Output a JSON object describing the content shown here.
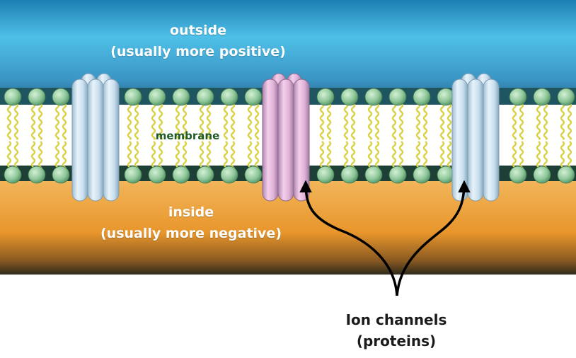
{
  "labels": {
    "outside_line1": "outside",
    "outside_line2": "(usually more positive)",
    "membrane": "membrane",
    "inside_line1": "inside",
    "inside_line2": "(usually more negative)",
    "ion_line1": "Ion channels",
    "ion_line2": "(proteins)"
  },
  "colors": {
    "outside_light": "#4fc0e8",
    "outside_dark": "#2a6a95",
    "inside_light": "#f0a33c",
    "inside_dark": "#3a3520",
    "head_fill": "#8fc79a",
    "tail_color": "#d9d247",
    "channel_blue": "#cde3f0",
    "channel_pink": "#e6b8dc",
    "arrow": "#000000"
  },
  "channels": [
    {
      "name": "ion-channel-left",
      "color": "channel_blue"
    },
    {
      "name": "ion-channel-middle",
      "color": "channel_pink"
    },
    {
      "name": "ion-channel-right",
      "color": "channel_blue"
    }
  ]
}
